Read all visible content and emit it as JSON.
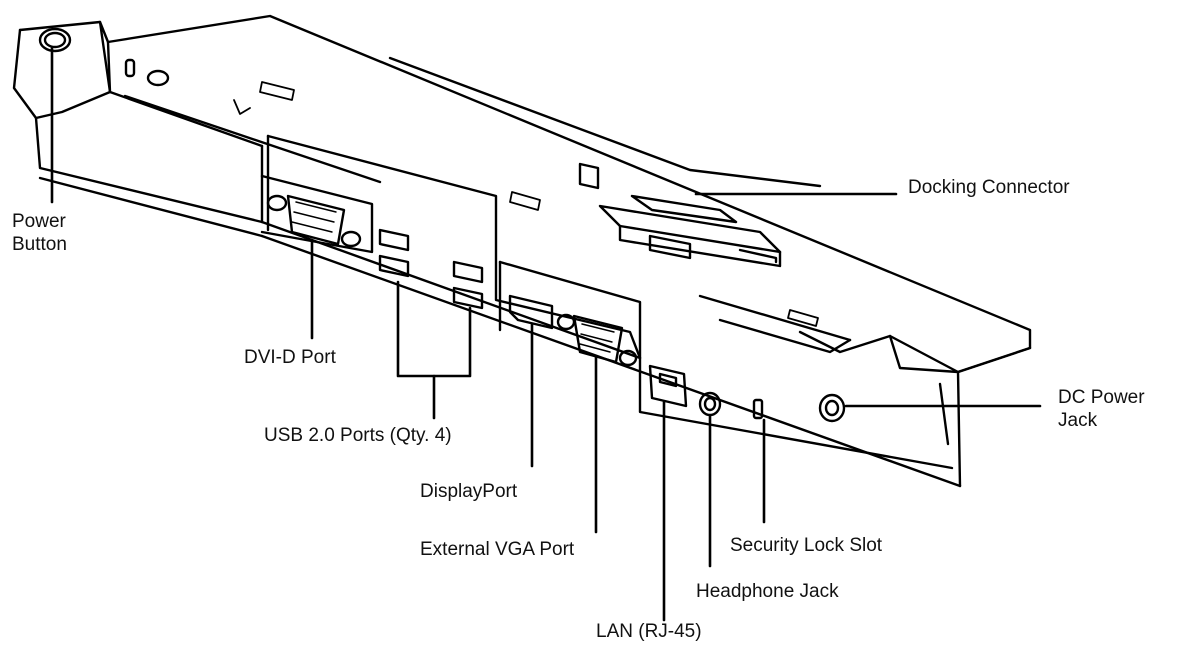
{
  "diagram": {
    "line_color": "#000000",
    "fill_color": "#ffffff",
    "labels": {
      "power_button": {
        "line1": "Power",
        "line2": "Button"
      },
      "docking_connector": "Docking Connector",
      "dvi_d_port": "DVI-D Port",
      "usb_ports": "USB 2.0 Ports (Qty. 4)",
      "displayport": "DisplayPort",
      "external_vga_port": "External VGA Port",
      "lan": "LAN (RJ-45)",
      "headphone_jack": "Headphone Jack",
      "security_lock_slot": "Security Lock Slot",
      "dc_power_jack": {
        "line1": "DC Power",
        "line2": "Jack"
      }
    }
  }
}
